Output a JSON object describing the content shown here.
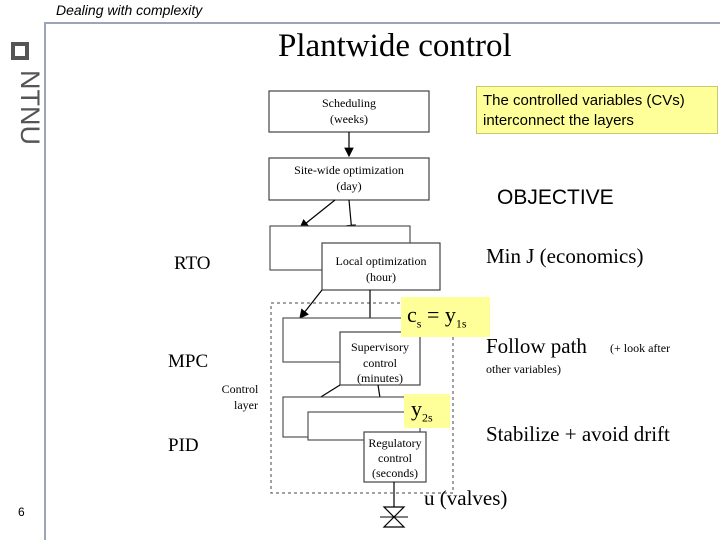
{
  "header": {
    "kicker": "Dealing with complexity",
    "title": "Plantwide control"
  },
  "sidebar": {
    "logo_text": "NTNU",
    "slide_number": "6"
  },
  "callout": {
    "line1": "The controlled variables (CVs)",
    "line2": "interconnect the layers"
  },
  "objective": {
    "heading": "OBJECTIVE",
    "min_j": "Min J (economics)",
    "follow_path": "Follow path",
    "follow_note_1": "(+ look after",
    "follow_note_2": "other variables)",
    "stabilize": "Stabilize + avoid drift"
  },
  "layers": {
    "rto": "RTO",
    "mpc": "MPC",
    "pid": "PID"
  },
  "signals": {
    "cs": "c",
    "cs_sub": "s",
    "eq": " = y",
    "y1_sub": "1s",
    "y2": "y",
    "y2_sub": "2s",
    "u": "u (valves)"
  },
  "diagram": {
    "scheduling_1": "Scheduling",
    "scheduling_2": "(weeks)",
    "sitewide_1": "Site-wide optimization",
    "sitewide_2": "(day)",
    "local_1": "Local optimization",
    "local_2": "(hour)",
    "supervisory_1": "Supervisory",
    "supervisory_2": "control",
    "supervisory_3": "(minutes)",
    "regulatory_1": "Regulatory",
    "regulatory_2": "control",
    "regulatory_3": "(seconds)",
    "control_layer_1": "Control",
    "control_layer_2": "layer"
  }
}
